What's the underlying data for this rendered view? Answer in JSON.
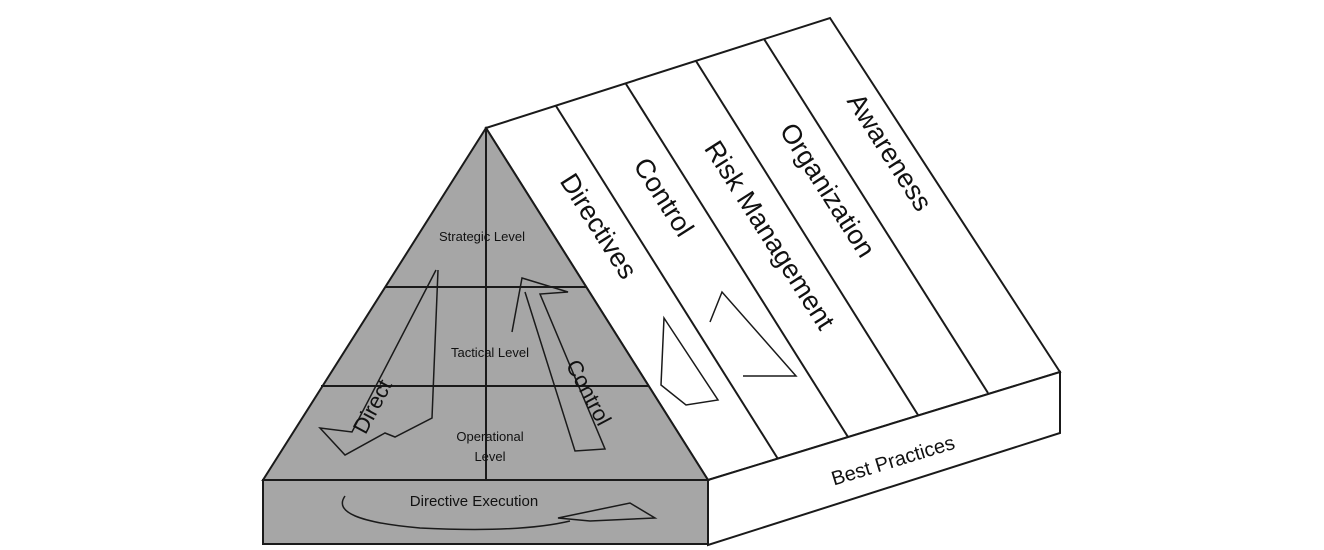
{
  "pyramid": {
    "levels": {
      "strategic": "Strategic Level",
      "tactical": "Tactical Level",
      "operational_line1": "Operational",
      "operational_line2": "Level"
    },
    "direct_label": "Direct",
    "control_label": "Control",
    "base_label": "Directive Execution"
  },
  "roof": {
    "stripes": [
      "Directives",
      "Control",
      "Risk Management",
      "Organization",
      "Awareness"
    ],
    "base_label": "Best Practices"
  },
  "colors": {
    "pyramid_fill": "#a6a6a6",
    "outline": "#1a1a1a",
    "background": "#ffffff"
  }
}
